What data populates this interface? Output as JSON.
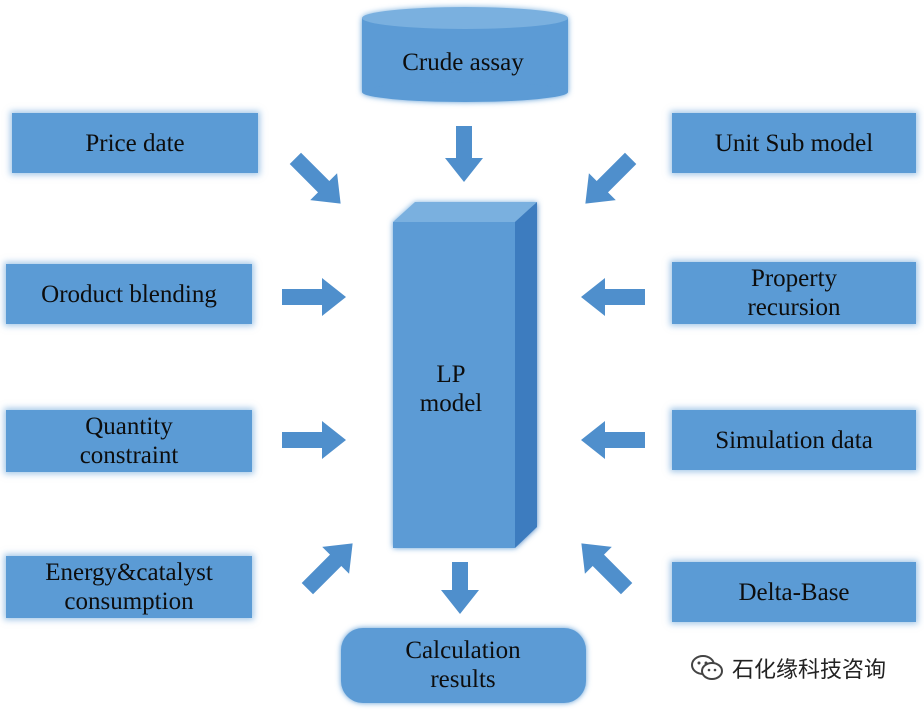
{
  "diagram": {
    "source": "Crude assay",
    "left_inputs": [
      "Price date",
      "Oroduct blending",
      "Quantity\nconstraint",
      "Energy&catalyst\nconsumption"
    ],
    "right_inputs": [
      "Unit Sub model",
      "Property\nrecursion",
      "Simulation data",
      "Delta-Base"
    ],
    "center": "LP\nmodel",
    "output": "Calculation\nresults"
  },
  "watermark": {
    "text": "石化缘科技咨询",
    "icon": "wechat-icon"
  },
  "colors": {
    "box": "#5b9bd5",
    "box_dark": "#3c7bbf",
    "box_top": "#7ab0df",
    "arrow": "#4f8fcc"
  }
}
